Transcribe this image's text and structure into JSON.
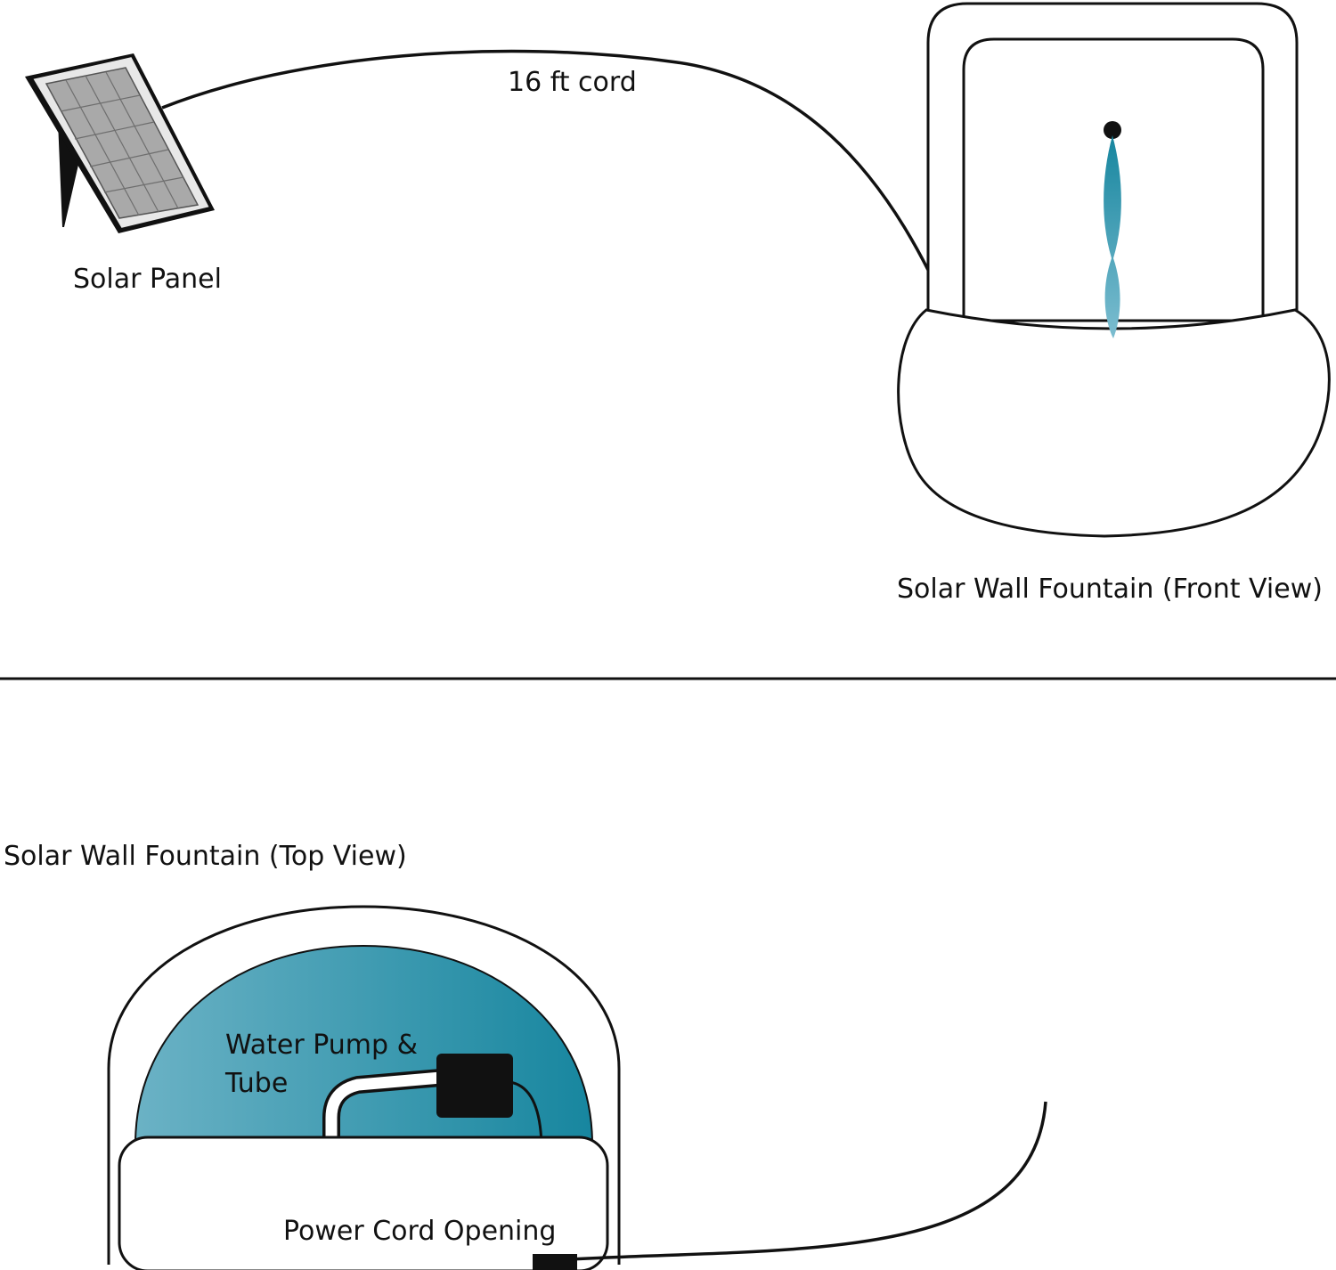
{
  "labels": {
    "cord": "16 ft cord",
    "solar_panel": "Solar Panel",
    "front_view": "Solar Wall Fountain (Front View)",
    "top_view": "Solar Wall Fountain (Top View)",
    "pump": [
      "Water Pump &",
      "Tube"
    ],
    "power_opening": "Power Cord Opening"
  },
  "colors": {
    "water_dark": "#17869f",
    "water_light": "#6bb2c5",
    "stroke": "#111111"
  }
}
